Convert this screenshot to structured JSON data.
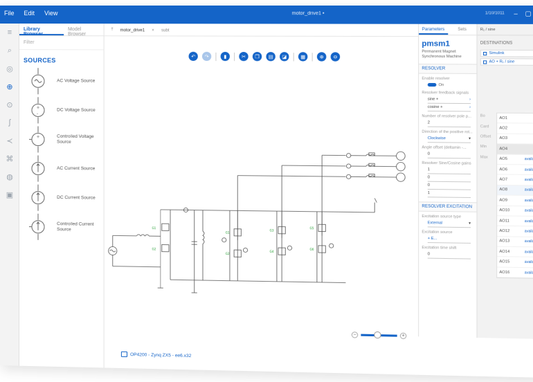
{
  "menubar": {
    "file": "File",
    "edit": "Edit",
    "view": "View"
  },
  "window": {
    "title": "motor_drive1 •",
    "id": "1/10/1011"
  },
  "library": {
    "tab_active": "Library Browser",
    "tab_other": "Model Browser",
    "filter_placeholder": "Filter",
    "section": "SOURCES",
    "items": [
      {
        "label": "AC Voltage Source"
      },
      {
        "label": "DC Voltage Source"
      },
      {
        "label": "Controlled Voltage Source"
      },
      {
        "label": "AC Current Source"
      },
      {
        "label": "DC Current Source"
      },
      {
        "label": "Controlled Current Source"
      }
    ]
  },
  "editor": {
    "tabs": [
      "motor_drive1",
      "subt"
    ],
    "status_text": "OP4200 - Zynq ZX5 - ee6.x32"
  },
  "params": {
    "tab_params": "Parameters",
    "tab_sets": "Sets",
    "title": "pmsm1",
    "description": "Permanent Magnet Synchronous Machine",
    "section_resolver": "RESOLVER",
    "enable_label": "Enable resolver",
    "enable_value": "On",
    "signals_label": "Resolver feedback signals",
    "field_sine": "sine +",
    "field_cosine": "cosine +",
    "poles_label": "Number of resolver pole p...",
    "poles_value": "2",
    "direction_label": "Direction of the positive rot...",
    "direction_value": "Clockwise",
    "offset_label": "Angle offset (deltamin -...",
    "offset_value": "0",
    "gains_label": "Resolver Sine/Cosine gains",
    "gains": [
      "1",
      "0",
      "0",
      "1"
    ],
    "section_excitation": "RESOLVER EXCITATION",
    "exc_type_label": "Excitation source type",
    "exc_type_value": "External",
    "exc_source_label": "Excitation source",
    "exc_source_value": "+ E...",
    "exc_delay_label": "Excitation time shift",
    "exc_delay_value": "0"
  },
  "destinations": {
    "header": "R₁ / sine",
    "title": "DESTINATIONS",
    "check1": "Simulink",
    "check2": "AO  + R₁ / sine",
    "side_labels": [
      "Bo",
      "Card",
      "Offset",
      "Min",
      "Max"
    ],
    "channels": [
      {
        "name": "AO1",
        "unit": ""
      },
      {
        "name": "AO2",
        "unit": ""
      },
      {
        "name": "AO3",
        "unit": ""
      },
      {
        "name": "AO4",
        "unit": ""
      },
      {
        "name": "AO5",
        "unit": "available"
      },
      {
        "name": "AO6",
        "unit": "available"
      },
      {
        "name": "AO7",
        "unit": "available"
      },
      {
        "name": "AO8",
        "unit": "available"
      },
      {
        "name": "AO9",
        "unit": "available"
      },
      {
        "name": "AO10",
        "unit": "available"
      },
      {
        "name": "AO11",
        "unit": "available"
      },
      {
        "name": "AO12",
        "unit": "available"
      },
      {
        "name": "AO13",
        "unit": "available"
      },
      {
        "name": "AO14",
        "unit": "available"
      },
      {
        "name": "AO15",
        "unit": "available"
      },
      {
        "name": "AO16",
        "unit": "available"
      }
    ]
  },
  "colors": {
    "accent": "#1464c8",
    "accent_light": "#a9c6ea"
  }
}
